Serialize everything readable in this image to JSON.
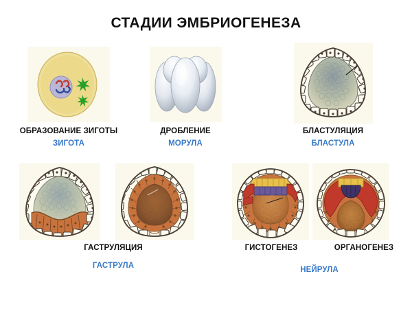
{
  "title": "СТАДИИ ЭМБРИОГЕНЕЗА",
  "colors": {
    "title_color": "#111111",
    "process_label_color": "#111111",
    "structure_label_color": "#3a7ac8",
    "background": "#ffffff",
    "plate_background": "#fbf9ec",
    "zygote_cytoplasm": "#ecd98a",
    "zygote_nucleus": "#b9b6d8",
    "chromosome_red": "#c0392b",
    "chromosome_blue": "#2d4b9a",
    "sperm_green": "#2aa02a",
    "morula_cell": "#ccd2da",
    "blastula_interior": "#8a9aa0",
    "gastrula_endoderm": "#c8733d",
    "archenteron": "#8a5a30",
    "neural_plate_purple": "#6a5a9a",
    "mesoderm_red": "#c0392b",
    "ectoderm_yellow": "#e8c04a",
    "outer_cell_outline": "#4a4038"
  },
  "stages": [
    {
      "id": "zygote",
      "process_label": "ОБРАЗОВАНИЕ ЗИГОТЫ",
      "structure_label": "ЗИГОТА",
      "art_name": "zygote-illustration"
    },
    {
      "id": "morula",
      "process_label": "ДРОБЛЕНИЕ",
      "structure_label": "МОРУЛА",
      "art_name": "morula-illustration"
    },
    {
      "id": "blastula",
      "process_label": "БЛАСТУЛЯЦИЯ",
      "structure_label": "БЛАСТУЛА",
      "art_name": "blastula-illustration"
    },
    {
      "id": "gastrula",
      "process_label": "ГАСТРУЛЯЦИЯ",
      "structure_label": "ГАСТРУЛА",
      "art_name": "gastrula-illustration"
    },
    {
      "id": "histogenesis",
      "process_label": "ГИСТОГЕНЕЗ",
      "structure_label": "НЕЙРУЛА",
      "art_name": "histogenesis-illustration"
    },
    {
      "id": "organogenesis",
      "process_label": "ОРГАНОГЕНЕЗ",
      "structure_label": "",
      "art_name": "organogenesis-illustration"
    }
  ]
}
